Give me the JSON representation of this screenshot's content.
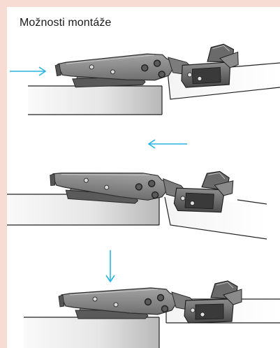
{
  "title": "Možnosti montáže",
  "colors": {
    "background": "#f7dcd3",
    "panel": "#ffffff",
    "arrow": "#28b4e6",
    "hinge_body": "#8a8a8a",
    "hinge_dark": "#4a4a4a",
    "surface_light": "#efefef",
    "surface_dark": "#b4b4b4"
  },
  "steps": [
    {
      "arrow_direction": "right",
      "icon": "arrow-right-icon"
    },
    {
      "arrow_direction": "left",
      "icon": "arrow-left-icon"
    },
    {
      "arrow_direction": "down",
      "icon": "arrow-down-icon"
    }
  ]
}
